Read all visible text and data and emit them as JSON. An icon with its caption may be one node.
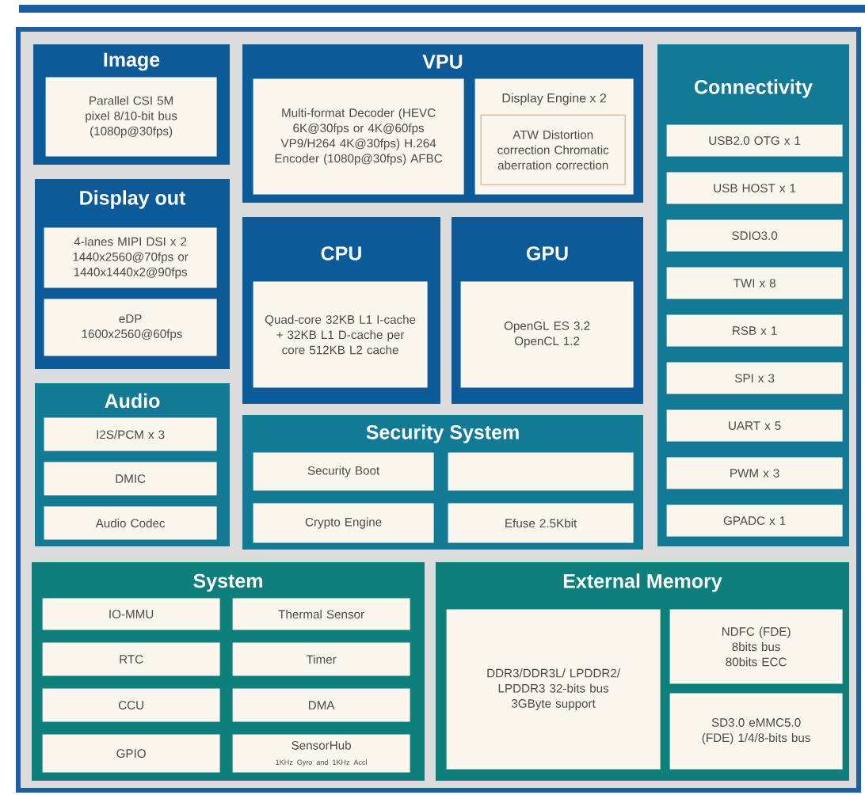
{
  "diagram": {
    "nodes": [
      {
        "text": [
          "Image"
        ]
      },
      {
        "text": [
          "Parallel CSI 5M pixel 8/10-bit bus (1080p@30fps)"
        ],
        "in": 0
      },
      {
        "text": [
          "Display out"
        ]
      },
      {
        "text": [
          "4-lanes MIPI DSI x 2 1440x2560@70fps or 1440x1440x2@90fps"
        ],
        "in": 2
      },
      {
        "text": [
          "eDP 1600x2560@60fps"
        ],
        "in": 2
      },
      {
        "text": [
          "Audio"
        ]
      },
      {
        "text": [
          "I2S/PCM x 3"
        ],
        "in": 5
      },
      {
        "text": [
          "DMIC"
        ],
        "in": 5
      },
      {
        "text": [
          "Audio Codec"
        ],
        "in": 5
      },
      {
        "text": [
          "VPU"
        ]
      },
      {
        "text": [
          "Multi-format Decoder (HEVC 6K@30fps or 4K@60fps VP9/H264 4K@30fps) H.264 Encoder (1080p@30fps) AFBC"
        ],
        "in": 9
      },
      {
        "text": [
          "Display Engine x 2"
        ],
        "in": 9
      },
      {
        "text": [
          "ATW Distortion correction Chromatic aberration correction"
        ],
        "in": 11
      },
      {
        "text": [
          "CPU"
        ]
      },
      {
        "text": [
          "Quad-core 32KB L1 I-cache + 32KB L1 D-cache per core 512KB L2 cache"
        ],
        "in": 13
      },
      {
        "text": [
          "GPU"
        ]
      },
      {
        "text": [
          "OpenGL ES 3.2 OpenCL 1.2"
        ],
        "in": 15
      },
      {
        "text": [
          "Security System"
        ]
      },
      {
        "text": [
          "Security Boot"
        ],
        "in": 17
      },
      {
        "text": [],
        "shape": "box",
        "in": 17
      },
      {
        "text": [
          "Crypto Engine"
        ],
        "in": 17
      },
      {
        "text": [
          "Efuse 2.5Kbit"
        ],
        "in": 17
      },
      {
        "text": [
          "Connectivity"
        ]
      },
      {
        "text": [
          "USB2.0 OTG x 1"
        ],
        "in": 22
      },
      {
        "text": [
          "USB HOST x 1"
        ],
        "in": 22
      },
      {
        "text": [
          "SDIO3.0"
        ],
        "in": 22
      },
      {
        "text": [
          "TWI x 8"
        ],
        "in": 22
      },
      {
        "text": [
          "RSB x 1"
        ],
        "in": 22
      },
      {
        "text": [
          "SPI x 3"
        ],
        "in": 22
      },
      {
        "text": [
          "UART x 5"
        ],
        "in": 22
      },
      {
        "text": [
          "PWM x 3"
        ],
        "in": 22
      },
      {
        "text": [
          "GPADC x 1"
        ],
        "in": 22
      },
      {
        "text": [
          "System"
        ]
      },
      {
        "text": [
          "IO-MMU"
        ],
        "in": 32
      },
      {
        "text": [
          "Thermal Sensor"
        ],
        "in": 32
      },
      {
        "text": [
          "RTC"
        ],
        "in": 32
      },
      {
        "text": [
          "Timer"
        ],
        "in": 32
      },
      {
        "text": [
          "CCU"
        ],
        "in": 32
      },
      {
        "text": [
          "DMA"
        ],
        "in": 32
      },
      {
        "text": [
          "GPIO"
        ],
        "in": 32
      },
      {
        "text": [
          "SensorHub",
          "1KHz Gyro and 1KHz Accl"
        ],
        "in": 32
      },
      {
        "text": [
          "External Memory"
        ]
      },
      {
        "text": [
          "DDR3/DDR3L/ LPDDR2/ LPDDR3 32-bits bus 3GByte support"
        ],
        "in": 41
      },
      {
        "text": [
          "NDFC (FDE) 8bits bus 80bits ECC"
        ],
        "in": 41
      },
      {
        "text": [
          "SD3.0 eMMC5.0 (FDE) 1/4/8-bits bus"
        ],
        "in": 41
      }
    ]
  }
}
